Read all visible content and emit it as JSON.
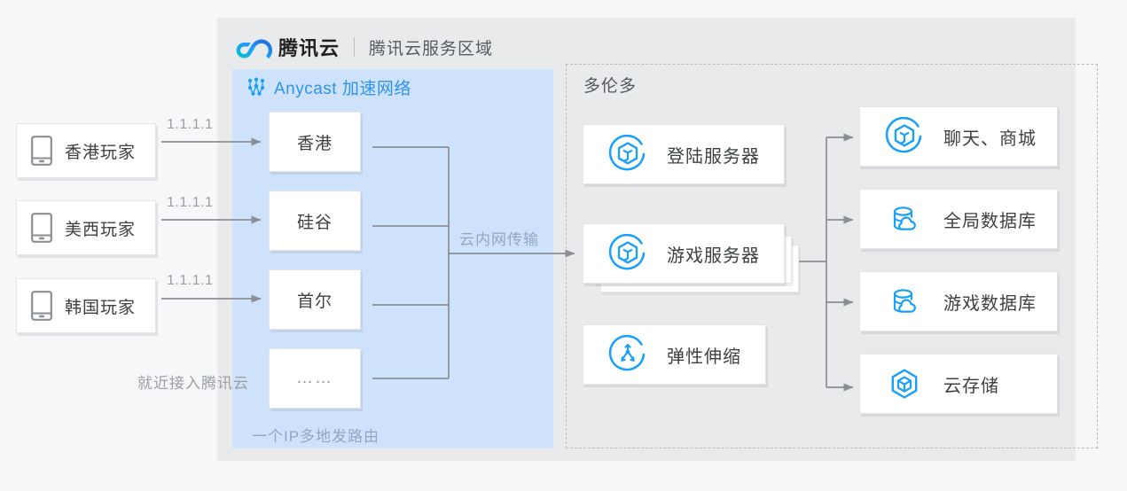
{
  "header": {
    "brand": "腾讯云",
    "subtitle": "腾讯云服务区域",
    "logo_icon": "tencent-cloud-logo"
  },
  "anycast": {
    "title": "Anycast 加速网络",
    "icon": "network-nodes-icon",
    "accent": "#2f92ef",
    "background": "#cfe2fb",
    "footer_note": "一个IP多地发路由",
    "nodes": [
      {
        "label": "香港"
      },
      {
        "label": "硅谷"
      },
      {
        "label": "首尔"
      },
      {
        "label": "……"
      }
    ]
  },
  "clients": {
    "access_note": "就近接入腾讯云",
    "items": [
      {
        "label": "香港玩家",
        "ip": "1.1.1.1",
        "icon": "mobile-phone-icon"
      },
      {
        "label": "美西玩家",
        "ip": "1.1.1.1",
        "icon": "mobile-phone-icon"
      },
      {
        "label": "韩国玩家",
        "ip": "1.1.1.1",
        "icon": "mobile-phone-icon"
      }
    ]
  },
  "transit": {
    "label": "云内网传输"
  },
  "region": {
    "title": "多伦多",
    "compute": [
      {
        "label": "登陆服务器",
        "icon": "server-cube-icon",
        "stacked": false
      },
      {
        "label": "游戏服务器",
        "icon": "server-cube-icon",
        "stacked": true
      },
      {
        "label": "弹性伸缩",
        "icon": "elastic-scaling-icon",
        "stacked": false
      }
    ],
    "services": [
      {
        "label": "聊天、商城",
        "icon": "server-cube-icon"
      },
      {
        "label": "全局数据库",
        "icon": "cloud-database-icon"
      },
      {
        "label": "游戏数据库",
        "icon": "cloud-database-icon"
      },
      {
        "label": "云存储",
        "icon": "cloud-storage-hexagon-icon"
      }
    ]
  },
  "colors": {
    "panel_bg": "#e9eaec",
    "page_bg": "#f6f7f9",
    "icon_blue": "#1aa0f8",
    "line_grey": "#8a8f95"
  }
}
